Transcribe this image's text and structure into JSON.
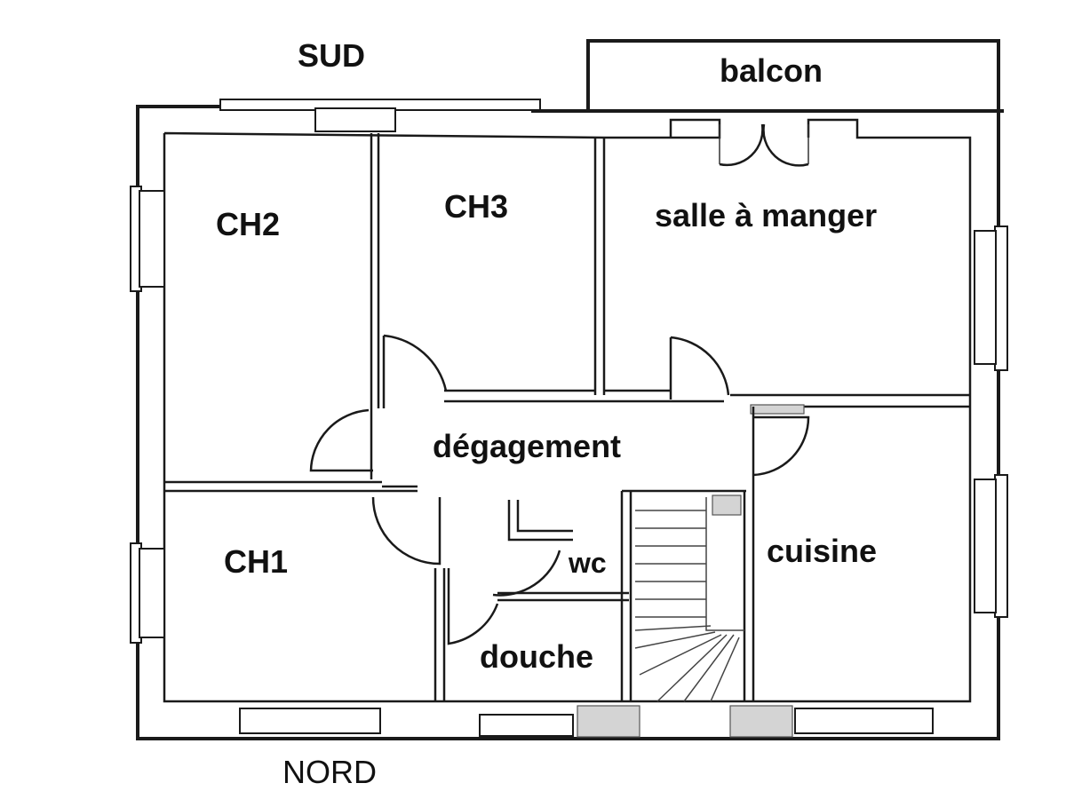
{
  "compass": {
    "south": "SUD",
    "north": "NORD"
  },
  "rooms": {
    "balcon": "balcon",
    "ch2": "CH2",
    "ch3": "CH3",
    "salle_a_manger": "salle à manger",
    "degagement": "dégagement",
    "ch1": "CH1",
    "wc": "wc",
    "douche": "douche",
    "cuisine": "cuisine"
  },
  "colors": {
    "line": "#1a1a1a",
    "background": "#ffffff",
    "hatch": "#d4d4d4"
  }
}
